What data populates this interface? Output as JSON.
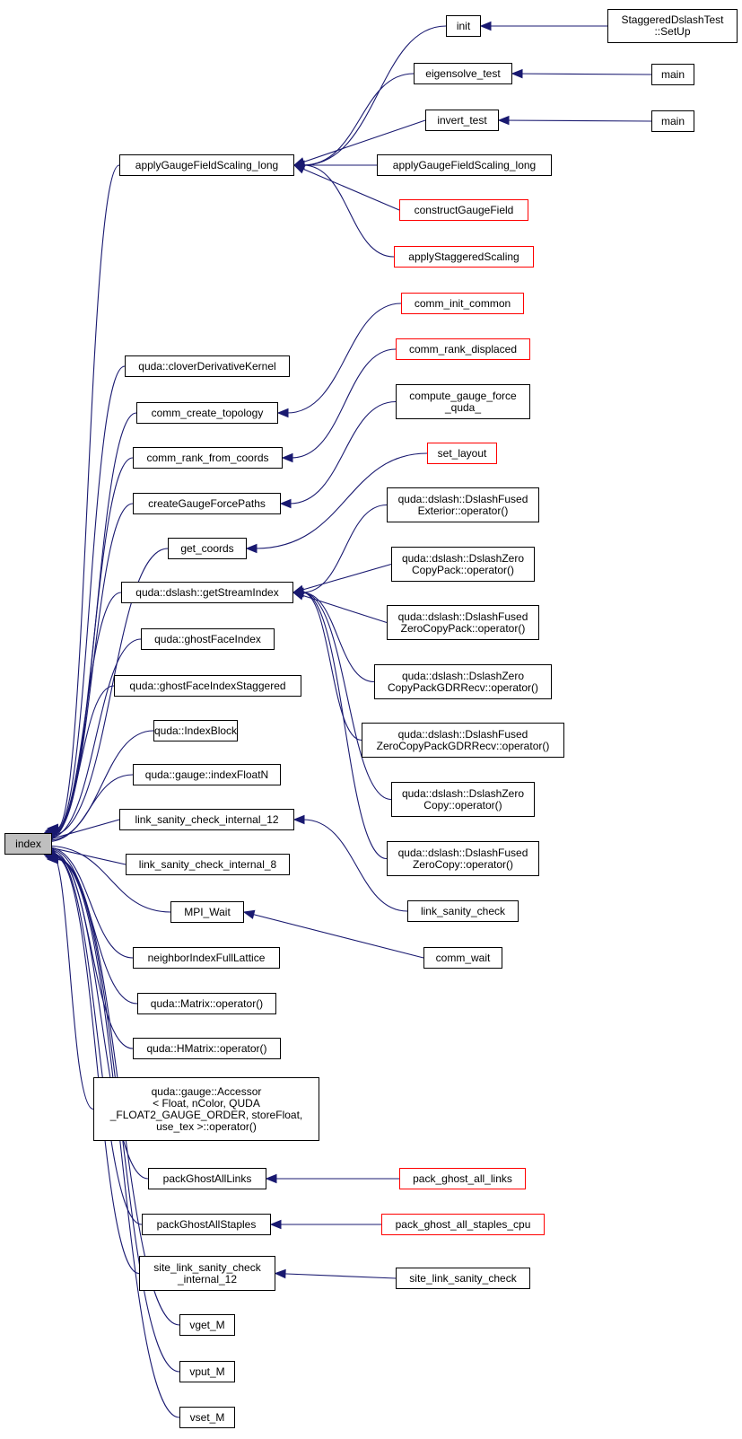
{
  "graph": {
    "colors": {
      "edge": "#191970",
      "node_border": "#000000",
      "truncated_border": "#ff0000",
      "root_fill": "#bfbfbf"
    },
    "root": "index",
    "nodes": {
      "n_index": "index",
      "n_agfs": "applyGaugeFieldScaling_long",
      "n_init": "init",
      "n_eig": "eigensolve_test",
      "n_inv": "invert_test",
      "n_sdt": "StaggeredDslashTest\n::SetUp",
      "n_main1": "main",
      "n_main2": "main",
      "n_agfs2": "applyGaugeFieldScaling_long",
      "n_cgf": "constructGaugeField",
      "n_ass": "applyStaggeredScaling",
      "n_cdk": "quda::cloverDerivativeKernel",
      "n_cct": "comm_create_topology",
      "n_crfc": "comm_rank_from_coords",
      "n_cgfp": "createGaugeForcePaths",
      "n_gc": "get_coords",
      "n_gsi": "quda::dslash::getStreamIndex",
      "n_cic": "comm_init_common",
      "n_crd": "comm_rank_displaced",
      "n_cgforce": "compute_gauge_force\n_quda_",
      "n_sl": "set_layout",
      "n_dfe": "quda::dslash::DslashFused\nExterior::operator()",
      "n_dzcp": "quda::dslash::DslashZero\nCopyPack::operator()",
      "n_dfzcp": "quda::dslash::DslashFused\nZeroCopyPack::operator()",
      "n_dzcpg": "quda::dslash::DslashZero\nCopyPackGDRRecv::operator()",
      "n_dfzcpg": "quda::dslash::DslashFused\nZeroCopyPackGDRRecv::operator()",
      "n_dzc": "quda::dslash::DslashZero\nCopy::operator()",
      "n_dfzc": "quda::dslash::DslashFused\nZeroCopy::operator()",
      "n_gfi": "quda::ghostFaceIndex",
      "n_gfis": "quda::ghostFaceIndexStaggered",
      "n_ib": "quda::IndexBlock",
      "n_ifn": "quda::gauge::indexFloatN",
      "n_lsci12": "link_sanity_check_internal_12",
      "n_lsci8": "link_sanity_check_internal_8",
      "n_lsc": "link_sanity_check",
      "n_mpiw": "MPI_Wait",
      "n_cw": "comm_wait",
      "n_nifl": "neighborIndexFullLattice",
      "n_mat": "quda::Matrix::operator()",
      "n_hmat": "quda::HMatrix::operator()",
      "n_acc": "quda::gauge::Accessor\n< Float, nColor, QUDA\n_FLOAT2_GAUGE_ORDER, storeFloat,\n use_tex >::operator()",
      "n_pgal": "packGhostAllLinks",
      "n_pgal2": "pack_ghost_all_links",
      "n_pgas": "packGhostAllStaples",
      "n_pgasc": "pack_ghost_all_staples_cpu",
      "n_slsci": "site_link_sanity_check\n_internal_12",
      "n_slsc": "site_link_sanity_check",
      "n_vget": "vget_M",
      "n_vput": "vput_M",
      "n_vset": "vset_M"
    },
    "truncated_nodes": [
      "n_cgf",
      "n_ass",
      "n_cic",
      "n_crd",
      "n_sl",
      "n_pgal2",
      "n_pgasc"
    ],
    "edges": [
      [
        "n_agfs",
        "n_index"
      ],
      [
        "n_cdk",
        "n_index"
      ],
      [
        "n_cct",
        "n_index"
      ],
      [
        "n_crfc",
        "n_index"
      ],
      [
        "n_cgfp",
        "n_index"
      ],
      [
        "n_gc",
        "n_index"
      ],
      [
        "n_gsi",
        "n_index"
      ],
      [
        "n_gfi",
        "n_index"
      ],
      [
        "n_gfis",
        "n_index"
      ],
      [
        "n_ib",
        "n_index"
      ],
      [
        "n_ifn",
        "n_index"
      ],
      [
        "n_lsci12",
        "n_index"
      ],
      [
        "n_lsci8",
        "n_index"
      ],
      [
        "n_mpiw",
        "n_index"
      ],
      [
        "n_nifl",
        "n_index"
      ],
      [
        "n_mat",
        "n_index"
      ],
      [
        "n_hmat",
        "n_index"
      ],
      [
        "n_acc",
        "n_index"
      ],
      [
        "n_pgal",
        "n_index"
      ],
      [
        "n_pgas",
        "n_index"
      ],
      [
        "n_slsci",
        "n_index"
      ],
      [
        "n_vget",
        "n_index"
      ],
      [
        "n_vput",
        "n_index"
      ],
      [
        "n_vset",
        "n_index"
      ],
      [
        "n_init",
        "n_agfs"
      ],
      [
        "n_eig",
        "n_agfs"
      ],
      [
        "n_inv",
        "n_agfs"
      ],
      [
        "n_agfs2",
        "n_agfs"
      ],
      [
        "n_cgf",
        "n_agfs"
      ],
      [
        "n_ass",
        "n_agfs"
      ],
      [
        "n_sdt",
        "n_init"
      ],
      [
        "n_main1",
        "n_eig"
      ],
      [
        "n_main2",
        "n_inv"
      ],
      [
        "n_cic",
        "n_cct"
      ],
      [
        "n_crd",
        "n_crfc"
      ],
      [
        "n_cgforce",
        "n_cgfp"
      ],
      [
        "n_sl",
        "n_gc"
      ],
      [
        "n_dfe",
        "n_gsi"
      ],
      [
        "n_dzcp",
        "n_gsi"
      ],
      [
        "n_dfzcp",
        "n_gsi"
      ],
      [
        "n_dzcpg",
        "n_gsi"
      ],
      [
        "n_dfzcpg",
        "n_gsi"
      ],
      [
        "n_dzc",
        "n_gsi"
      ],
      [
        "n_dfzc",
        "n_gsi"
      ],
      [
        "n_lsc",
        "n_lsci12"
      ],
      [
        "n_cw",
        "n_mpiw"
      ],
      [
        "n_pgal2",
        "n_pgal"
      ],
      [
        "n_pgasc",
        "n_pgas"
      ],
      [
        "n_slsc",
        "n_slsci"
      ]
    ]
  }
}
